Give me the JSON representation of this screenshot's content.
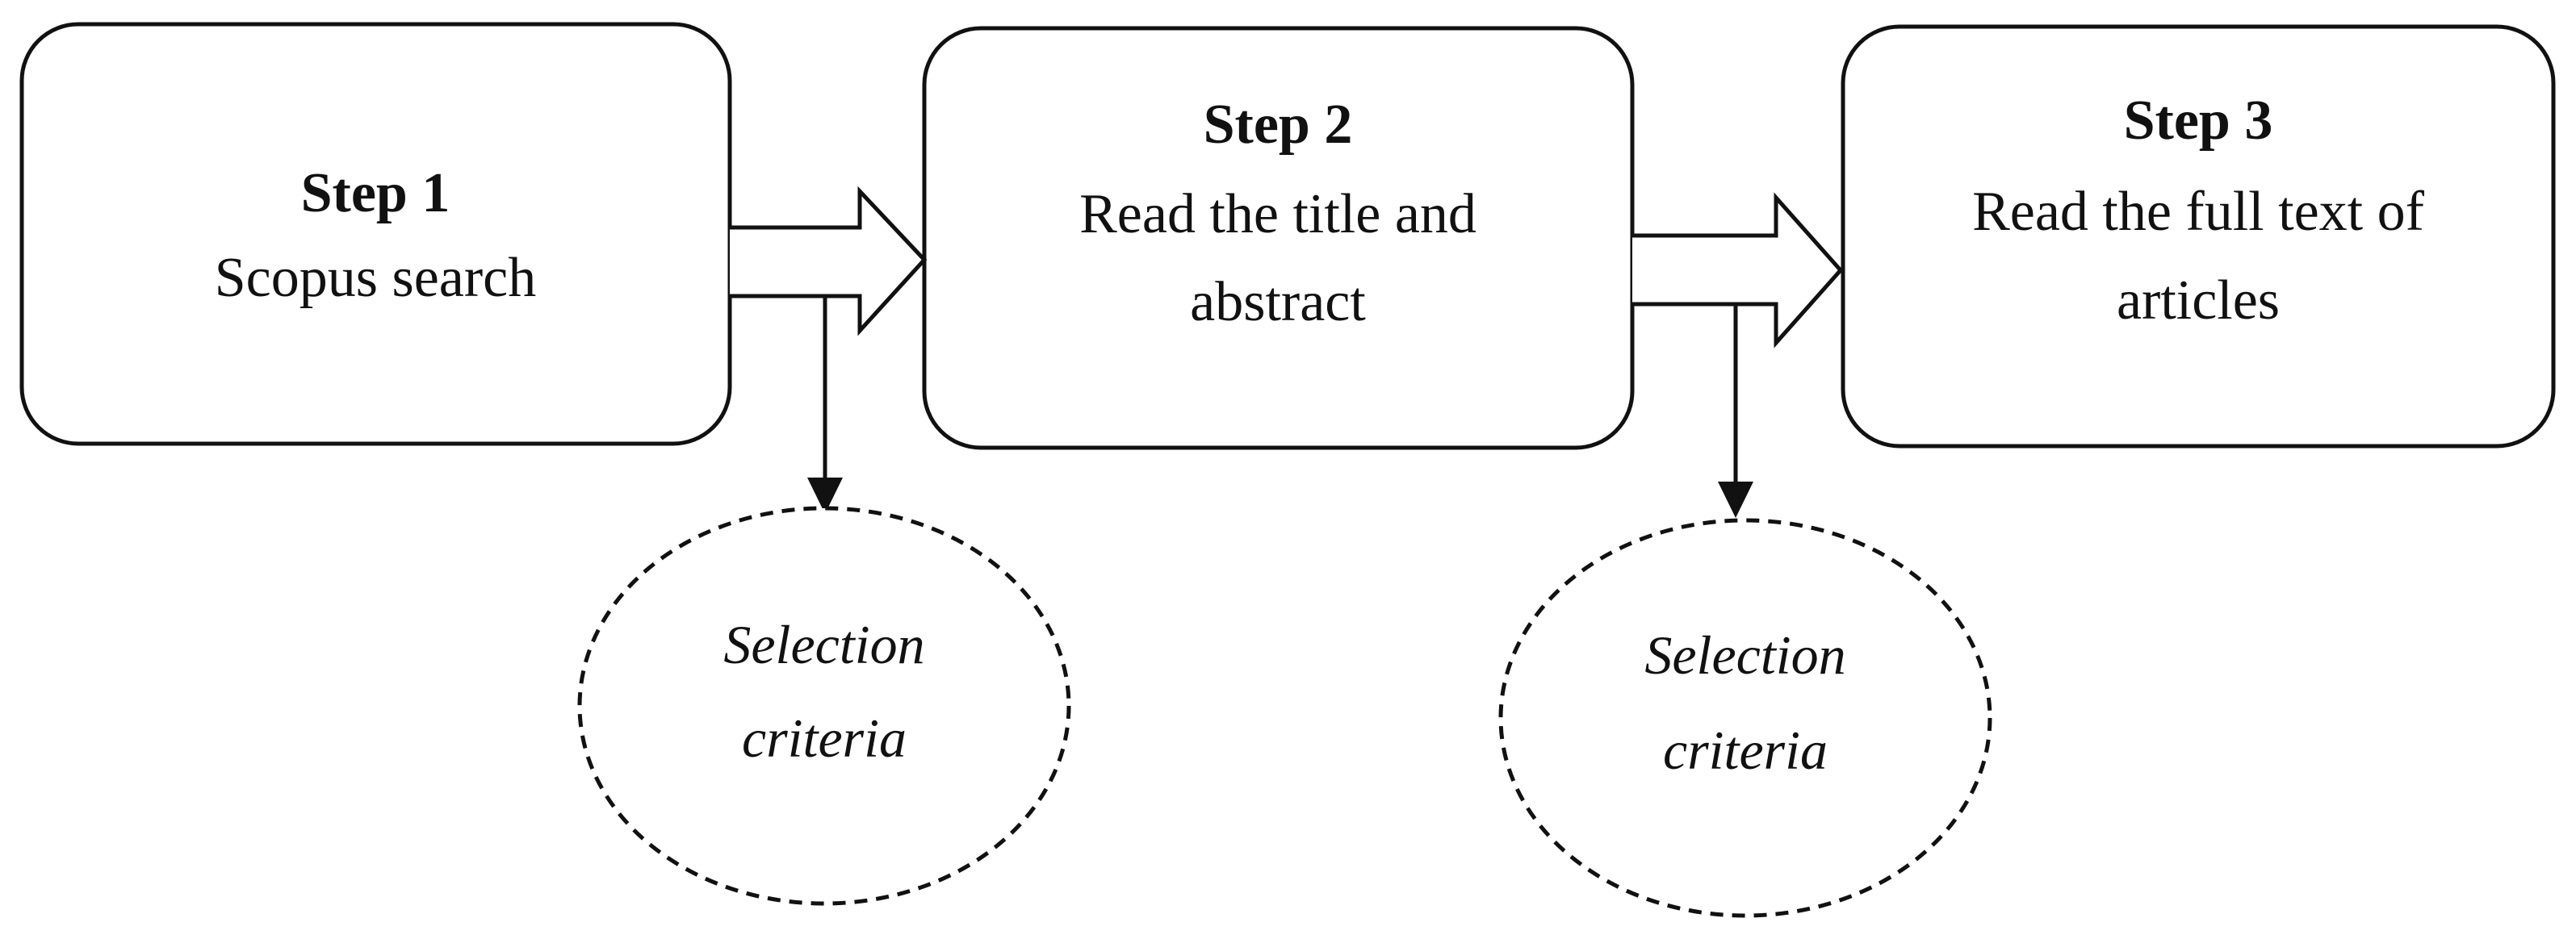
{
  "steps": [
    {
      "title": "Step 1",
      "lines": [
        "Scopus search"
      ]
    },
    {
      "title": "Step 2",
      "lines": [
        "Read the title and",
        "abstract"
      ]
    },
    {
      "title": "Step 3",
      "lines": [
        "Read the full text of",
        "articles"
      ]
    }
  ],
  "criteria": [
    {
      "lines": [
        "Selection",
        "criteria"
      ]
    },
    {
      "lines": [
        "Selection",
        "criteria"
      ]
    }
  ]
}
